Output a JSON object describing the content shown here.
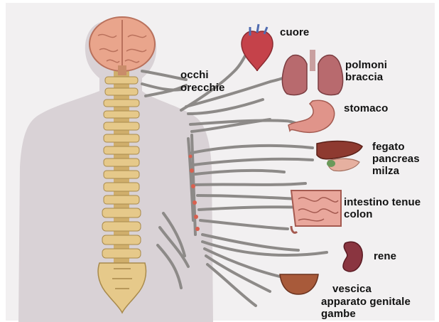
{
  "labels": {
    "eyes": "occhi",
    "ears": "orecchie",
    "heart": "cuore",
    "lungs": "polmoni",
    "arms": "braccia",
    "stomach": "stomaco",
    "liver": "fegato",
    "pancreas": "pancreas",
    "spleen": "milza",
    "small_intestine": "intestino tenue",
    "colon": "colon",
    "kidney": "rene",
    "bladder": "vescica",
    "genitals": "apparato genitale",
    "legs": "gambe"
  },
  "colors": {
    "background": "#ffffff",
    "panel": "#f2f0f1",
    "silhouette": "#d9d2d6",
    "nerve": "#8d8a88",
    "bone": "#e6c98a",
    "brain": "#e9a58c",
    "heart": "#c5424a",
    "lungs": "#b86a6e",
    "stomach": "#e0948a",
    "liver": "#8e3a30",
    "intestine": "#e9a79c",
    "kidney": "#8a3540",
    "bladder": "#a85a3a"
  }
}
